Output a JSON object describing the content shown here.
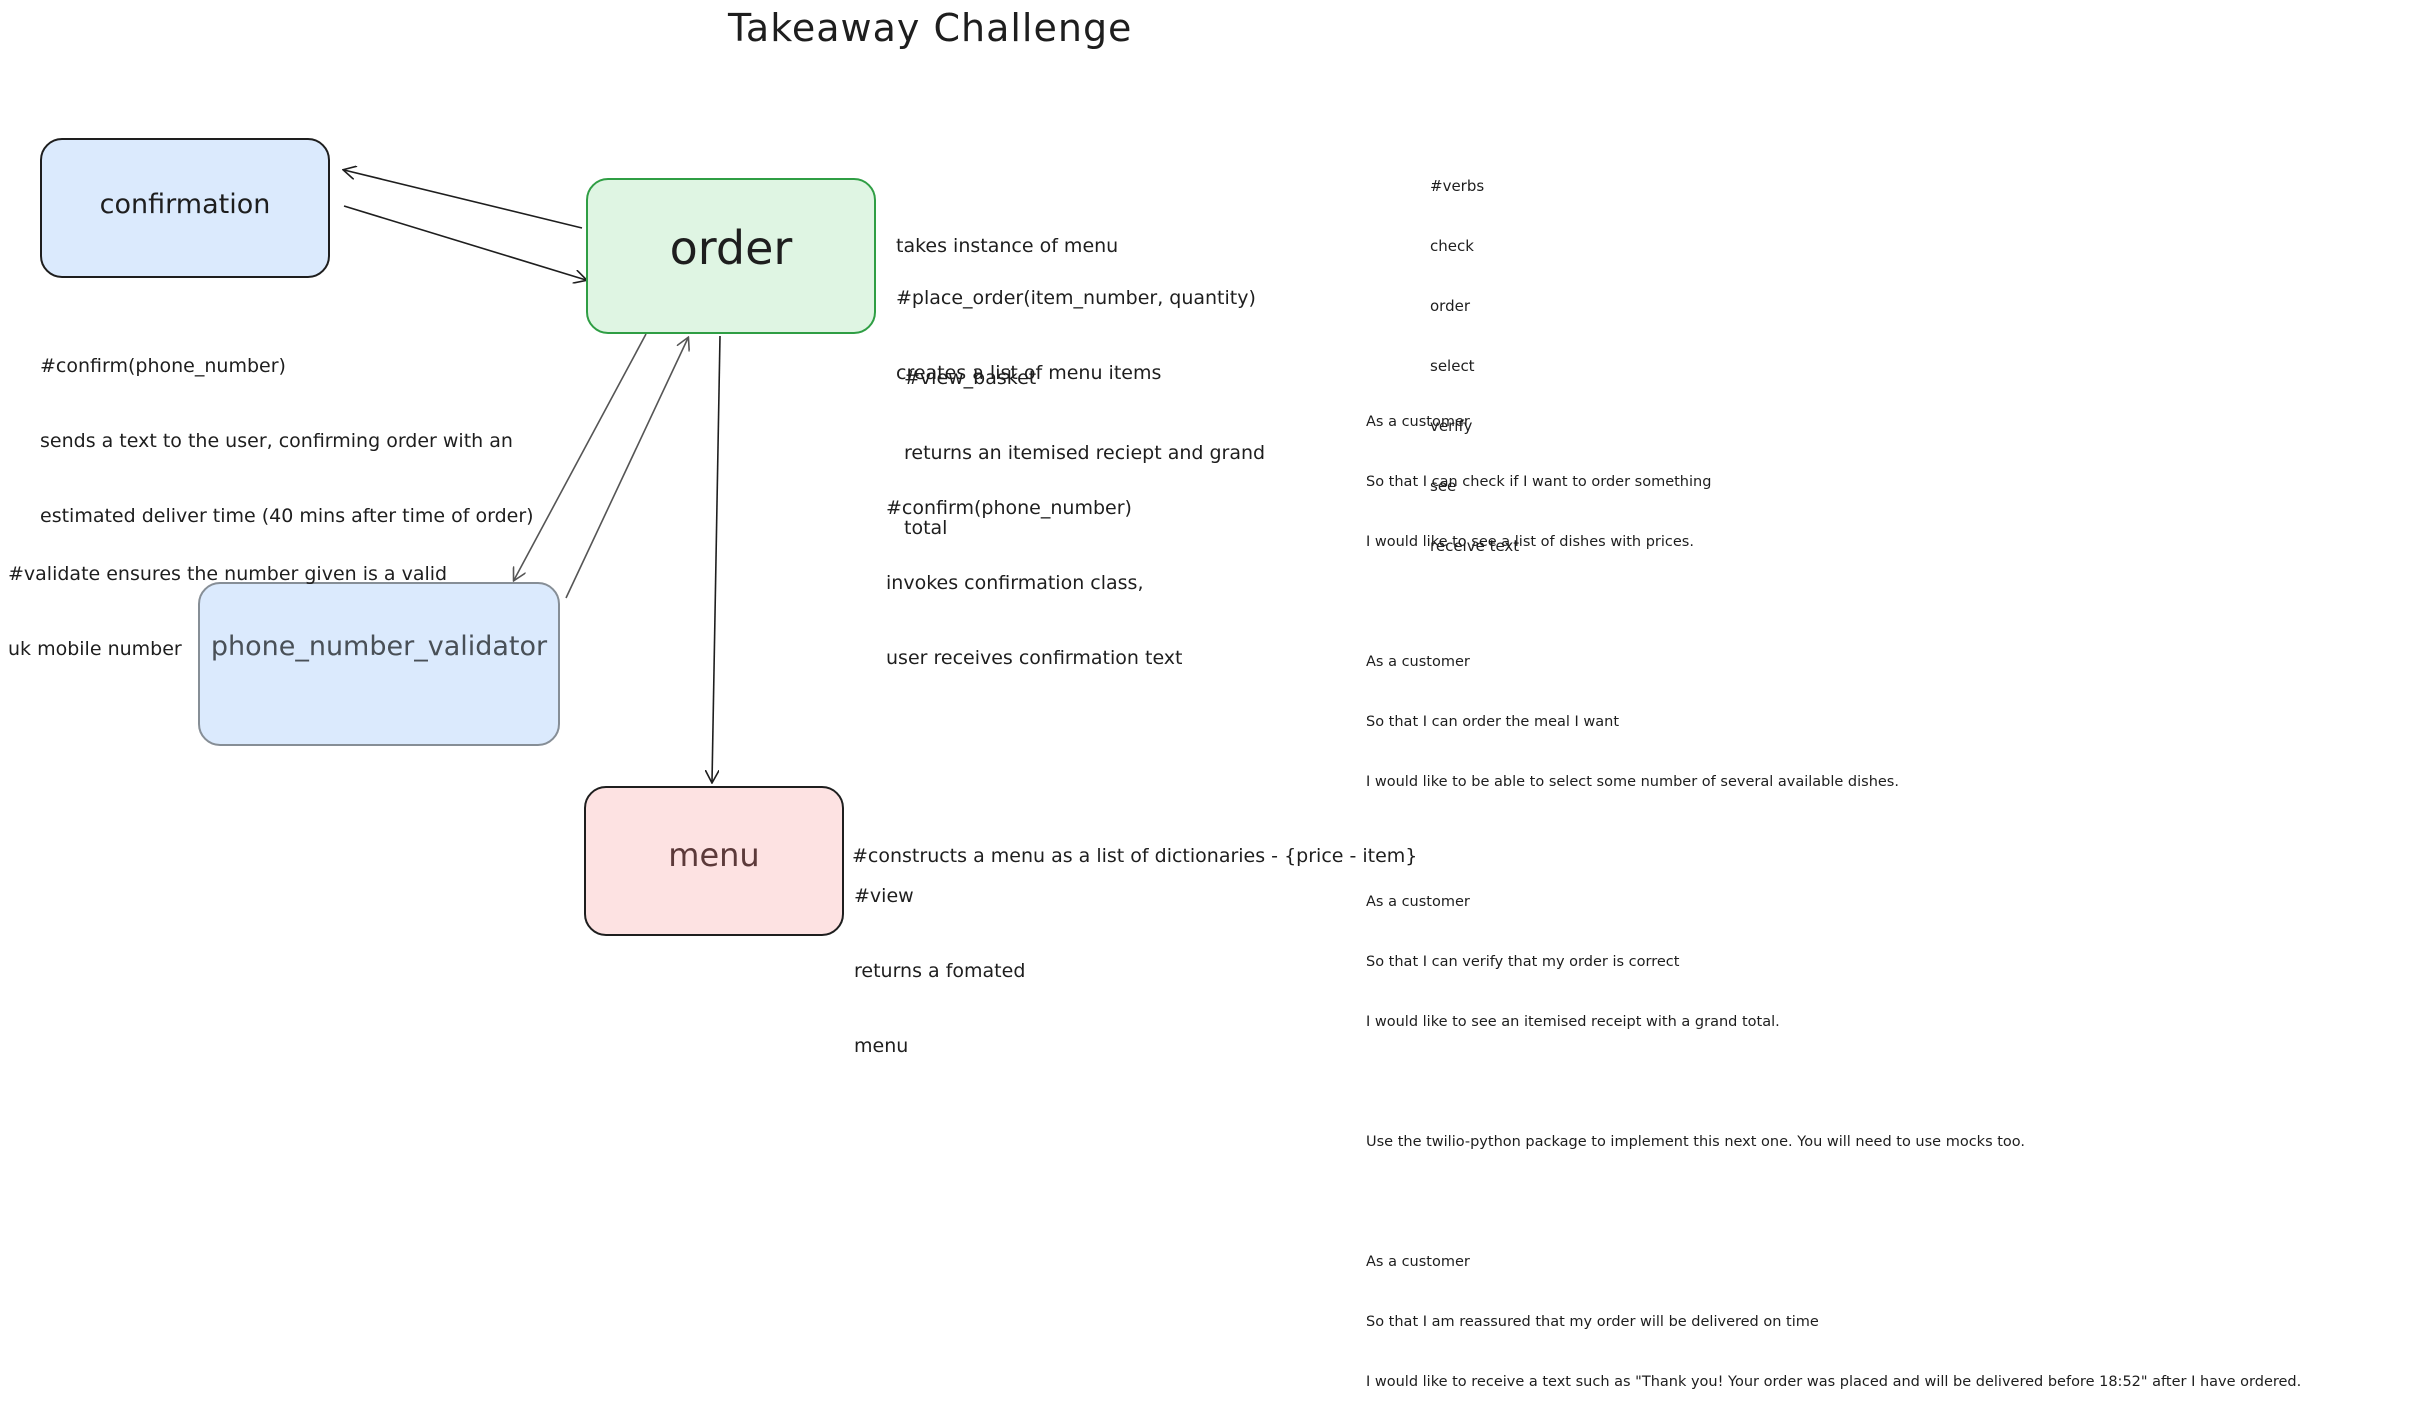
{
  "title": "Takeaway Challenge",
  "boxes": {
    "confirmation": "confirmation",
    "order": "order",
    "phone_number_validator": "phone_number_validator",
    "menu": "menu"
  },
  "colors": {
    "confirmation_fill": "#dbeafd",
    "order_fill": "#dff5e3",
    "order_stroke": "#2f9e44",
    "validator_fill": "#dbeafd",
    "menu_fill": "#fde2e2",
    "stroke": "#1e1e1e"
  },
  "notes": {
    "confirmation_desc": [
      "#confirm(phone_number)",
      "sends a text to the user, confirming order with an",
      "estimated deliver time (40 mins after time of order)"
    ],
    "validator_desc": [
      "#validate ensures the number given is a valid",
      "uk mobile number"
    ],
    "order_menu_instance": "takes instance of menu",
    "order_place_order": [
      "#place_order(item_number, quantity)",
      "creates a list of menu items"
    ],
    "order_view_basket": [
      "#view_basket",
      "returns an itemised reciept and grand",
      "total"
    ],
    "order_confirm": [
      "#confirm(phone_number)",
      "invokes confirmation class,",
      "user receives confirmation text"
    ],
    "menu_constructs": "#constructs a menu as a list of dictionaries - {price - item}",
    "menu_view": [
      "#view",
      "returns a fomated",
      "menu"
    ],
    "verbs": [
      "#verbs",
      "check",
      "order",
      "select",
      "verify",
      "see",
      "receive text"
    ],
    "user_stories": [
      "As a customer",
      "So that I can check if I want to order something",
      "I would like to see a list of dishes with prices.",
      "",
      "As a customer",
      "So that I can order the meal I want",
      "I would like to be able to select some number of several available dishes.",
      "",
      "As a customer",
      "So that I can verify that my order is correct",
      "I would like to see an itemised receipt with a grand total.",
      "",
      "Use the twilio-python package to implement this next one. You will need to use mocks too.",
      "",
      "As a customer",
      "So that I am reassured that my order will be delivered on time",
      "I would like to receive a text such as \"Thank you! Your order was placed and will be delivered before 18:52\" after I have ordered."
    ]
  }
}
